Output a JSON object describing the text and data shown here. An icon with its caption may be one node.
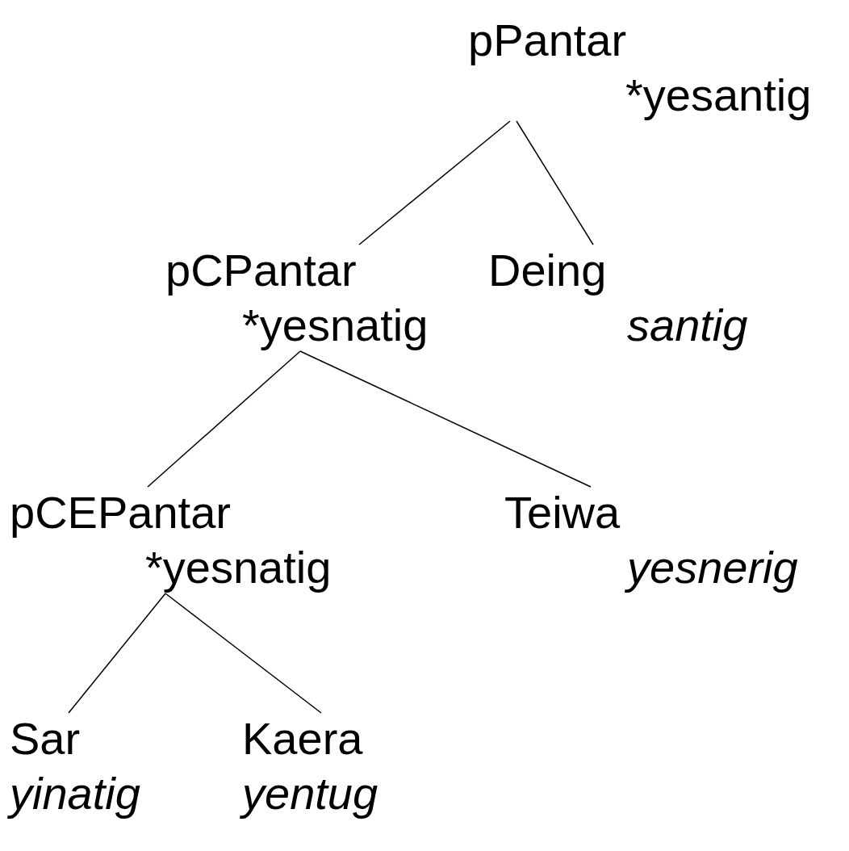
{
  "diagram": {
    "nodes": [
      {
        "text": [
          "pPantar",
          "*yesantig"
        ]
      },
      {
        "text": [
          "pCPantar",
          "*yesnatig"
        ]
      },
      {
        "text": [
          "Deing",
          "santig"
        ]
      },
      {
        "text": [
          "pCEPantar",
          "*yesnatig"
        ]
      },
      {
        "text": [
          "Teiwa",
          "yesnerig"
        ]
      },
      {
        "text": [
          "Sar",
          "yinatig"
        ]
      },
      {
        "text": [
          "Kaera",
          "yentug"
        ]
      }
    ],
    "edges": [
      {
        "from": 0,
        "to": 1,
        "arrow": "none"
      },
      {
        "from": 0,
        "to": 2,
        "arrow": "none"
      },
      {
        "from": 1,
        "to": 3,
        "arrow": "none"
      },
      {
        "from": 1,
        "to": 4,
        "arrow": "none"
      },
      {
        "from": 3,
        "to": 5,
        "arrow": "none"
      },
      {
        "from": 3,
        "to": 6,
        "arrow": "none"
      }
    ]
  }
}
